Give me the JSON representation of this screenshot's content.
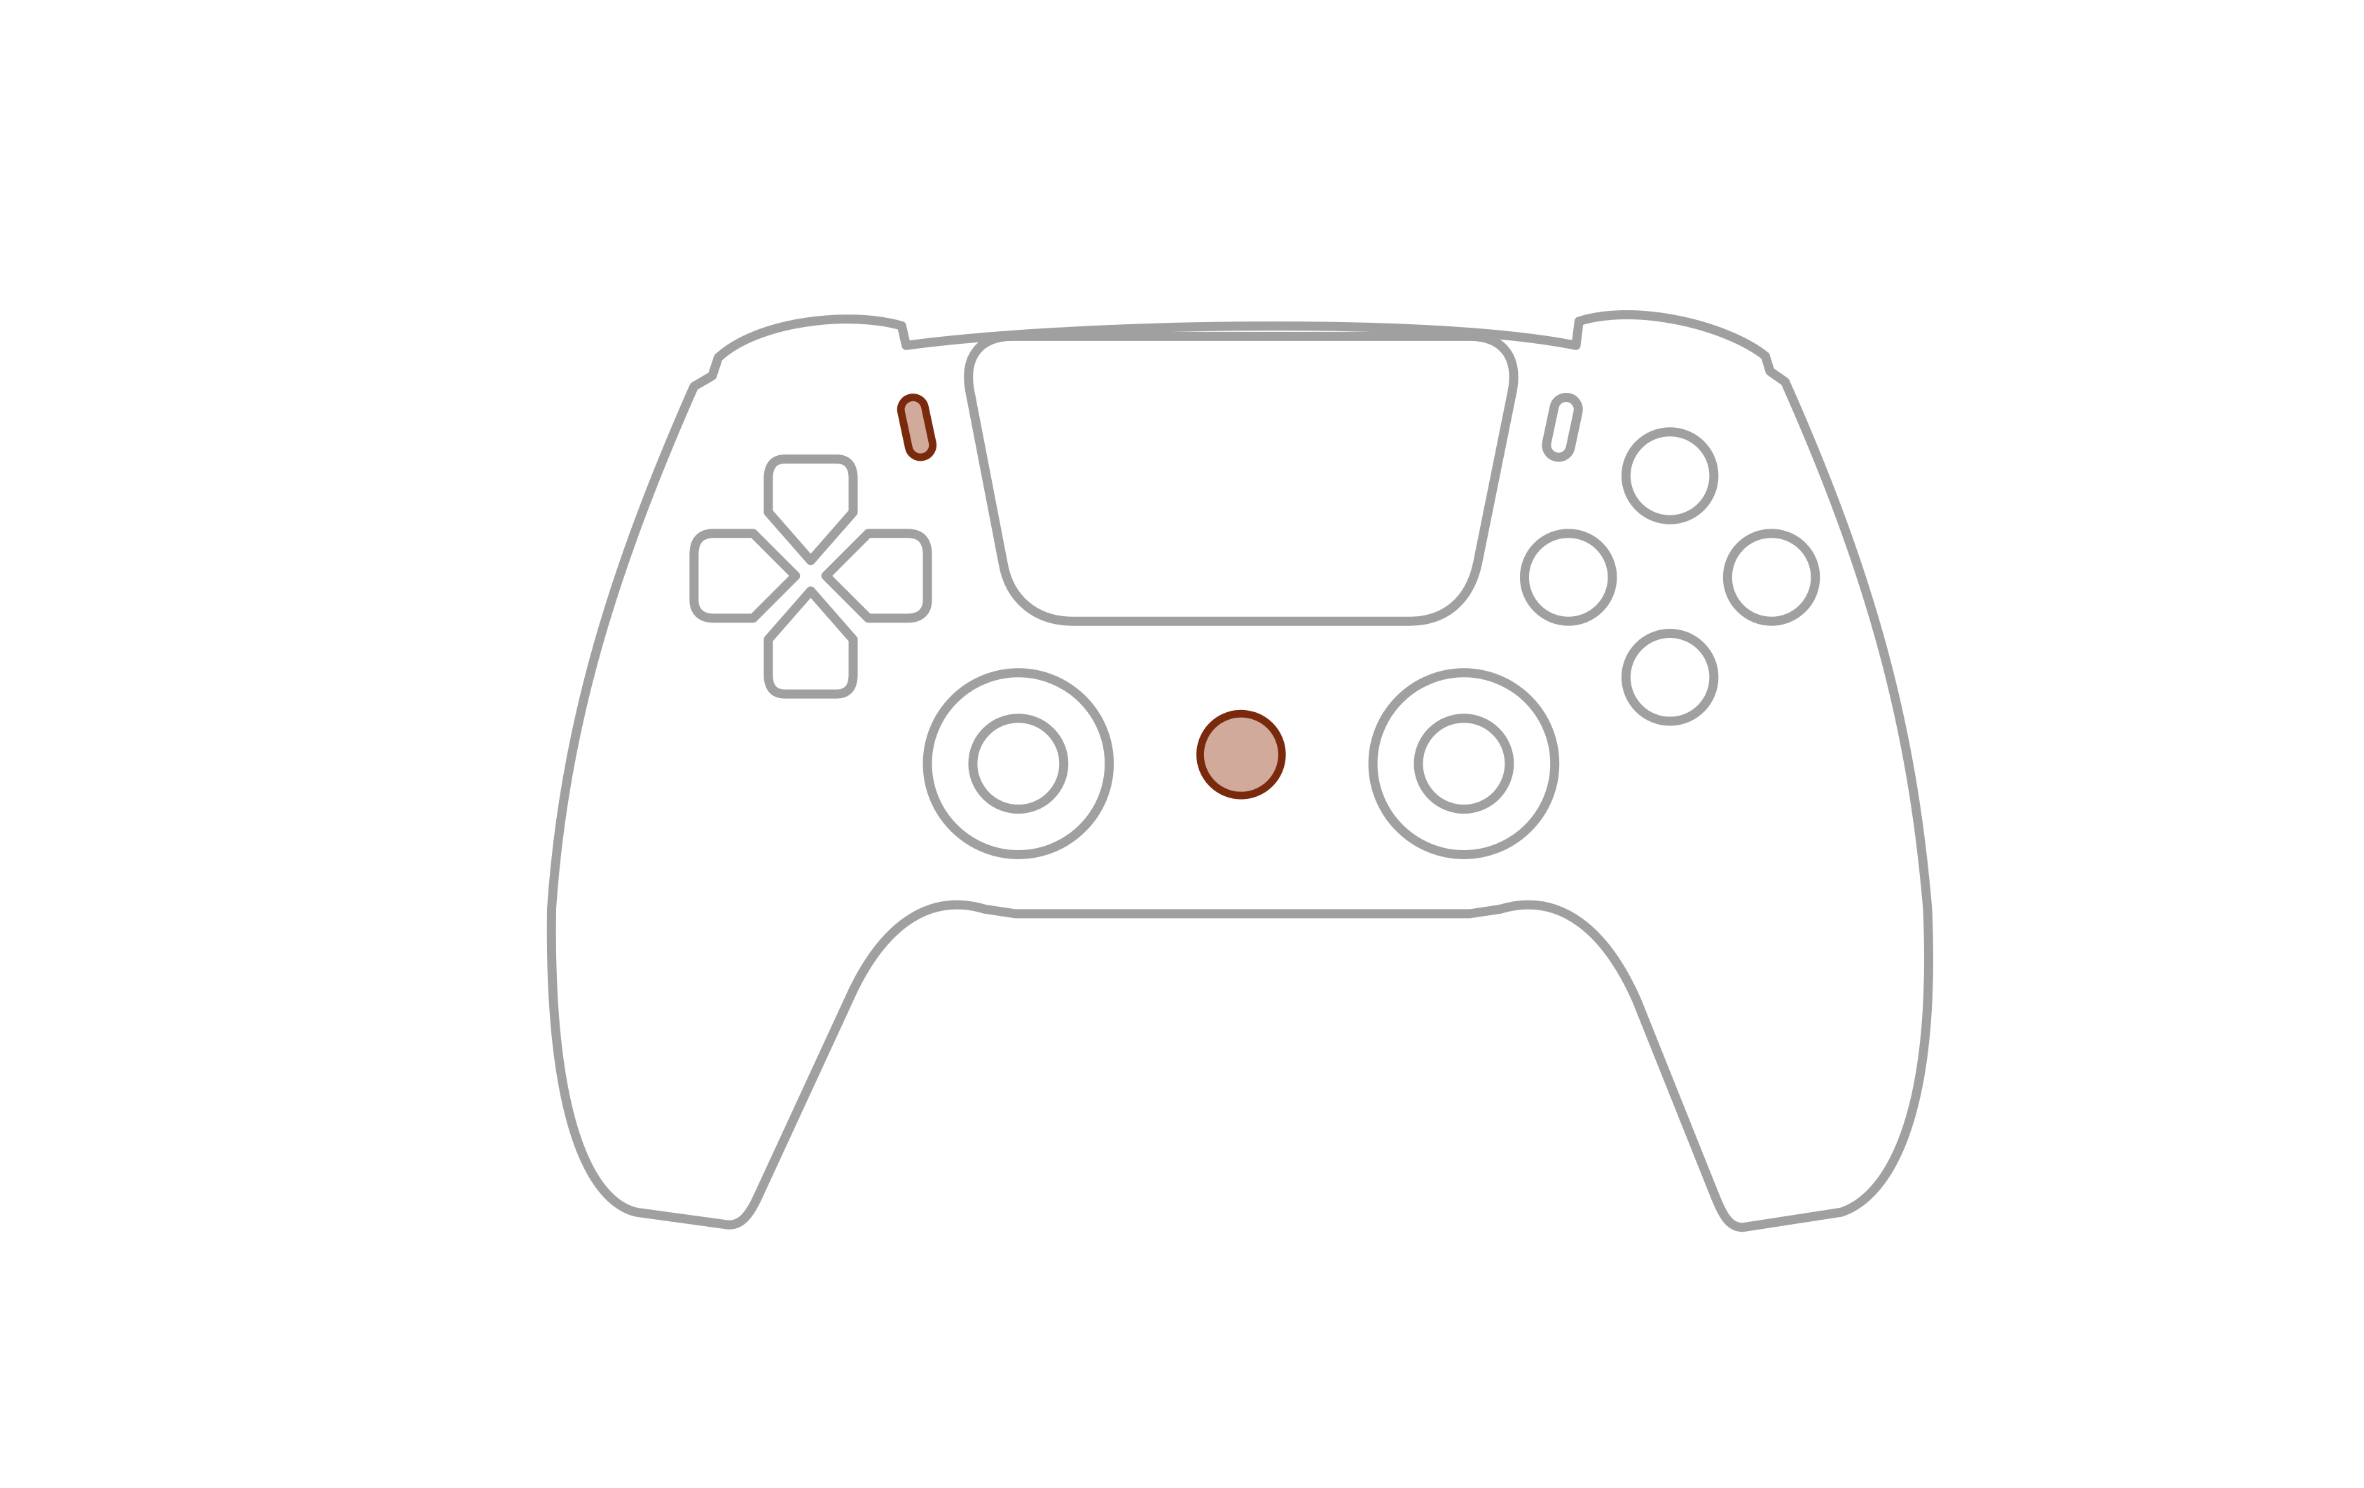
{
  "diagram": {
    "type": "game-controller-diagram",
    "background_color": "#ffffff",
    "outline_color": "#a0a0a0",
    "highlight_fill": "#d2aa9c",
    "highlight_stroke": "#7a2a0c",
    "highlighted_parts": [
      "create-button",
      "ps-button"
    ],
    "parts": [
      "controller-body",
      "touchpad",
      "create-button",
      "options-button",
      "d-pad-up",
      "d-pad-left",
      "d-pad-right",
      "d-pad-down",
      "left-stick",
      "right-stick",
      "ps-button",
      "triangle-button",
      "square-button",
      "circle-button",
      "cross-button"
    ]
  }
}
